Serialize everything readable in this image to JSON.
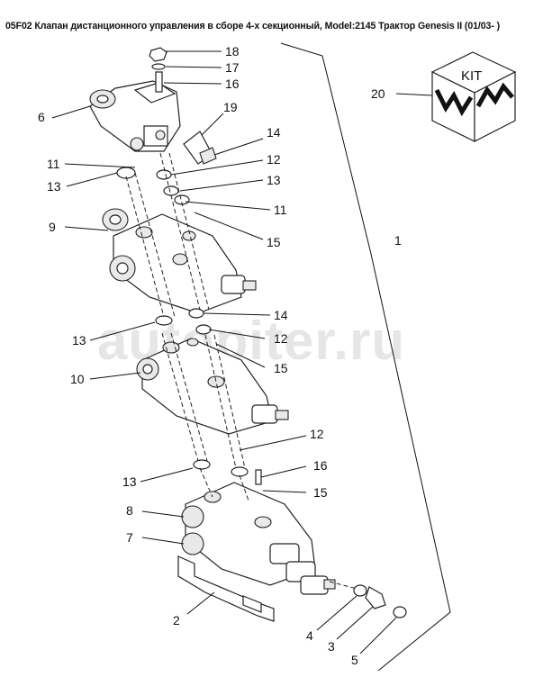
{
  "title": "05F02 Клапан дистанционного управления в сборе 4-х секционный, Model:2145 Трактор Genesis II (01/03- )",
  "watermark": "autopiter.ru",
  "kit": {
    "label": "KIT",
    "number": "20"
  },
  "callouts": [
    {
      "id": "c18a",
      "text": "18"
    },
    {
      "id": "c17a",
      "text": "17"
    },
    {
      "id": "c16a",
      "text": "16"
    },
    {
      "id": "c6",
      "text": "6"
    },
    {
      "id": "c19",
      "text": "19"
    },
    {
      "id": "c14a",
      "text": "14"
    },
    {
      "id": "c11a",
      "text": "11"
    },
    {
      "id": "c12a",
      "text": "12"
    },
    {
      "id": "c13a",
      "text": "13"
    },
    {
      "id": "c13b",
      "text": "13"
    },
    {
      "id": "c11b",
      "text": "11"
    },
    {
      "id": "c9",
      "text": "9"
    },
    {
      "id": "c15a",
      "text": "15"
    },
    {
      "id": "c1",
      "text": "1"
    },
    {
      "id": "c14b",
      "text": "14"
    },
    {
      "id": "c13c",
      "text": "13"
    },
    {
      "id": "c12b",
      "text": "12"
    },
    {
      "id": "c15b",
      "text": "15"
    },
    {
      "id": "c10",
      "text": "10"
    },
    {
      "id": "c12c",
      "text": "12"
    },
    {
      "id": "c16b",
      "text": "16"
    },
    {
      "id": "c13d",
      "text": "13"
    },
    {
      "id": "c15c",
      "text": "15"
    },
    {
      "id": "c8",
      "text": "8"
    },
    {
      "id": "c7",
      "text": "7"
    },
    {
      "id": "c2",
      "text": "2"
    },
    {
      "id": "c4",
      "text": "4"
    },
    {
      "id": "c3",
      "text": "3"
    },
    {
      "id": "c5",
      "text": "5"
    }
  ]
}
